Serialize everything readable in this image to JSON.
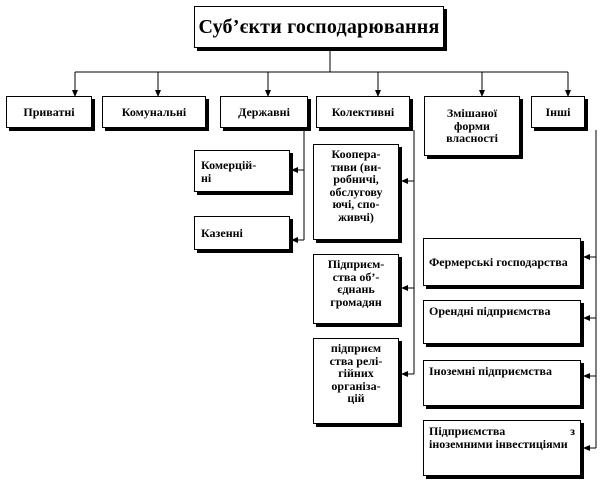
{
  "diagram": {
    "root": "Суб’єкти господарювання",
    "level1": {
      "private": "Приватні",
      "communal": "Комунальні",
      "state": "Державні",
      "collective": "Колективні",
      "mixed": "Змішаної\nформи\nвласності",
      "other": "Інші"
    },
    "state_children": {
      "commercial": "Комерцій-\nні",
      "treasury": "Казенні"
    },
    "collective_children": {
      "cooperatives": "Коопера-\nтиви (ви-\nробничі,\nобслугову\nючі, спо-\nживчі)",
      "citizen_associations": "Підприєм-\nства об’-\nєднань\nгромадян",
      "religious_organizations": "підприєм\nства релі-\nгійних\nорганіза-\nцій"
    },
    "other_children": {
      "farms": "Фермерські господарства",
      "leased": "Орендні підприємства",
      "foreign": "Іноземні підприємства",
      "foreign_investment": "Підприємства з іноземними інвестиціями"
    }
  }
}
